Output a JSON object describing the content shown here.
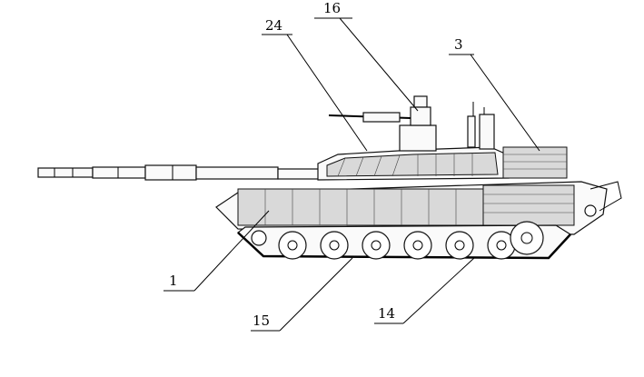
{
  "callouts": [
    {
      "id": "c16",
      "text": "16"
    },
    {
      "id": "c24",
      "text": "24"
    },
    {
      "id": "c3",
      "text": "3"
    },
    {
      "id": "c1",
      "text": "1"
    },
    {
      "id": "c15",
      "text": "15"
    },
    {
      "id": "c14",
      "text": "14"
    }
  ]
}
